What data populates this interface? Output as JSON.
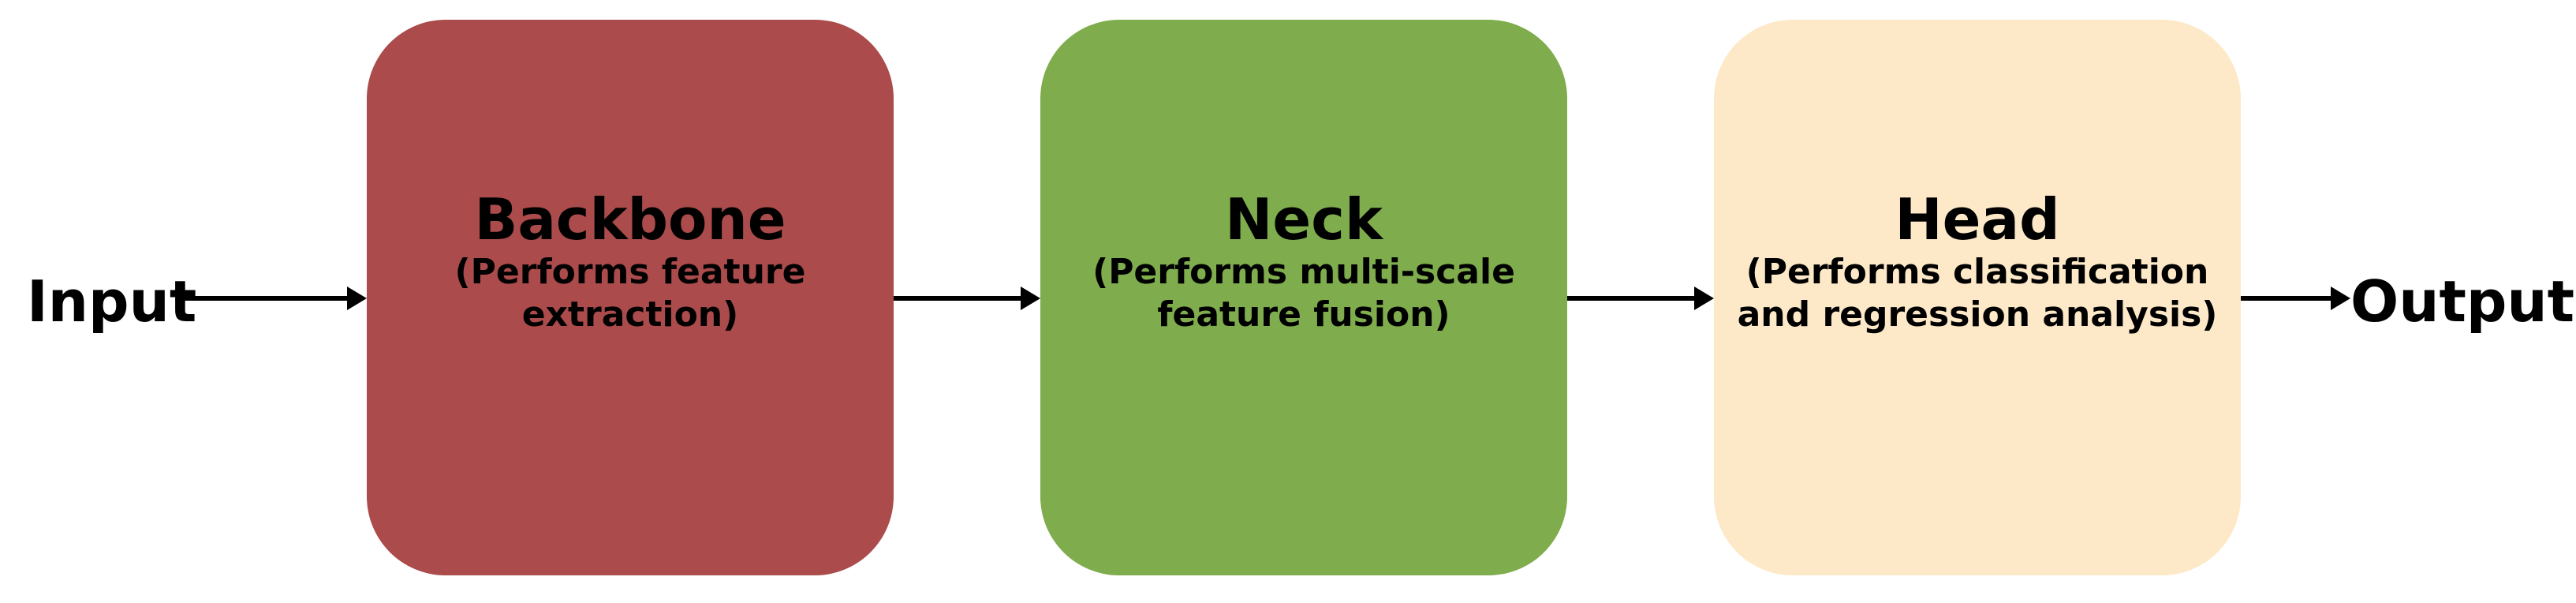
{
  "input_label": "Input",
  "output_label": "Output",
  "stages": [
    {
      "title": "Backbone",
      "desc_line1": "(Performs feature",
      "desc_line2": "extraction)",
      "color": "#ab4b4b"
    },
    {
      "title": "Neck",
      "desc_line1": "(Performs multi-scale",
      "desc_line2": "feature fusion)",
      "color": "#7fac4d"
    },
    {
      "title": "Head",
      "desc_line1": "(Performs classification",
      "desc_line2": "and regression analysis)",
      "color": "#fde9c8"
    }
  ],
  "arrow_color": "#000000"
}
